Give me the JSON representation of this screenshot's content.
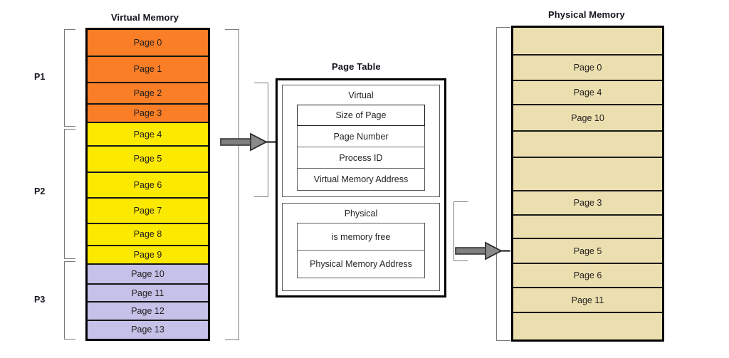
{
  "diagram": {
    "title_virtual": "Virtual Memory",
    "title_page_table": "Page Table",
    "title_physical": "Physical Memory"
  },
  "virtual_memory": {
    "label": "Virtual Memory",
    "pages": [
      {
        "label": "Page 0",
        "color": "#FA7E26",
        "process": "P1"
      },
      {
        "label": "Page 1",
        "color": "#FA7E26",
        "process": "P1"
      },
      {
        "label": "Page 2",
        "color": "#FA7E26",
        "process": "P1"
      },
      {
        "label": "Page 3",
        "color": "#FA7E26",
        "process": "P1"
      },
      {
        "label": "Page 4",
        "color": "#FCE900",
        "process": "P2"
      },
      {
        "label": "Page 5",
        "color": "#FCE900",
        "process": "P2"
      },
      {
        "label": "Page 6",
        "color": "#FCE900",
        "process": "P2"
      },
      {
        "label": "Page 7",
        "color": "#FCE900",
        "process": "P2"
      },
      {
        "label": "Page 8",
        "color": "#FCE900",
        "process": "P2"
      },
      {
        "label": "Page 9",
        "color": "#FCE900",
        "process": "P2"
      },
      {
        "label": "Page 10",
        "color": "#C5C1E8",
        "process": "P3"
      },
      {
        "label": "Page 11",
        "color": "#C5C1E8",
        "process": "P3"
      },
      {
        "label": "Page 12",
        "color": "#C5C1E8",
        "process": "P3"
      },
      {
        "label": "Page 13",
        "color": "#C5C1E8",
        "process": "P3"
      }
    ]
  },
  "processes": [
    {
      "label": "P1",
      "pages": [
        "Page 0",
        "Page 1",
        "Page 2",
        "Page 3"
      ]
    },
    {
      "label": "P2",
      "pages": [
        "Page 4",
        "Page 5",
        "Page 6",
        "Page 7",
        "Page 8",
        "Page 9"
      ]
    },
    {
      "label": "P3",
      "pages": [
        "Page 10",
        "Page 11",
        "Page 12",
        "Page 13"
      ]
    }
  ],
  "page_table": {
    "label": "Page Table",
    "groups": [
      {
        "title": "Virtual",
        "fields": [
          "Size of Page",
          "Page Number",
          "Process ID",
          "Virtual Memory Address"
        ]
      },
      {
        "title": "Physical",
        "fields": [
          "is memory free",
          "Physical Memory Address"
        ]
      }
    ]
  },
  "physical_memory": {
    "label": "Physical Memory",
    "color": "#EBDFAF",
    "frames": [
      {
        "label": ""
      },
      {
        "label": "Page 0"
      },
      {
        "label": "Page 4"
      },
      {
        "label": "Page 10"
      },
      {
        "label": ""
      },
      {
        "label": ""
      },
      {
        "label": "Page 3"
      },
      {
        "label": ""
      },
      {
        "label": "Page 5"
      },
      {
        "label": "Page 6"
      },
      {
        "label": "Page 11"
      },
      {
        "label": ""
      }
    ]
  },
  "arrows": [
    {
      "name": "virtual-to-page-table",
      "direction": "right"
    },
    {
      "name": "page-table-to-physical",
      "direction": "right"
    }
  ],
  "colors": {
    "p1": "#FA7E26",
    "p2": "#FCE900",
    "p3": "#C5C1E8",
    "physical": "#EBDFAF",
    "arrow": "#808080",
    "outline": "#000000"
  }
}
